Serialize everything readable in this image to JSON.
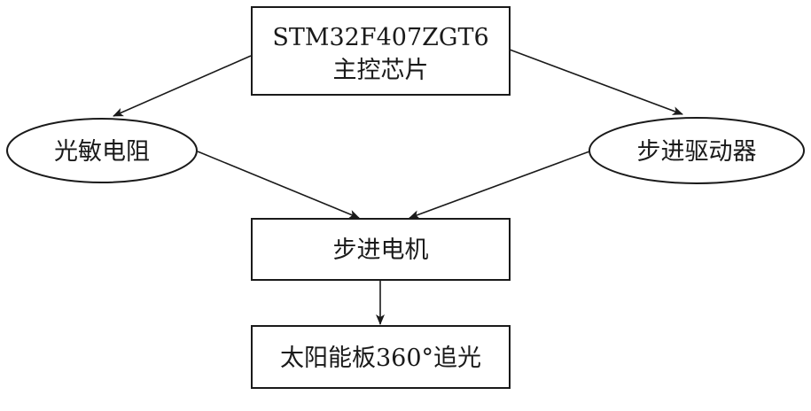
{
  "nodes": {
    "mcu": {
      "line1": "STM32F407ZGT6",
      "line2": "主控芯片"
    },
    "photoresistor": {
      "label": "光敏电阻"
    },
    "stepper_driver": {
      "label": "步进驱动器"
    },
    "stepper_motor": {
      "label": "步进电机"
    },
    "solar_panel": {
      "label": "太阳能板360°追光"
    }
  },
  "edges": [
    {
      "from": "mcu",
      "to": "photoresistor"
    },
    {
      "from": "mcu",
      "to": "stepper_driver"
    },
    {
      "from": "photoresistor",
      "to": "stepper_motor"
    },
    {
      "from": "stepper_driver",
      "to": "stepper_motor"
    },
    {
      "from": "stepper_motor",
      "to": "solar_panel"
    }
  ],
  "colors": {
    "stroke": "#1a1a1a",
    "background": "#ffffff"
  }
}
